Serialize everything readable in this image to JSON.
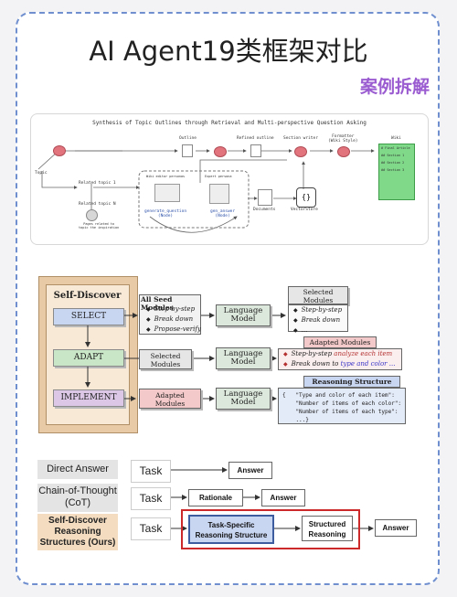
{
  "page": {
    "title": "AI Agent19类框架对比",
    "subtitle": "案例拆解"
  },
  "storm": {
    "title": "Synthesis of Topic Outlines through Retrieval and Multi-perspective Question Asking",
    "labels": {
      "topic": "Topic",
      "outline": "Outline",
      "refined_outline": "Refined outline",
      "section_writer": "Section writer",
      "formatter": "Formatter\n(Wiki Style)",
      "wiki": "Wiki",
      "related_1": "Related topic 1",
      "related_n": "Related topic N",
      "pages_caption": "Pages related to\ntopic the inspiration",
      "wiki_editor": "Wiki editor personas",
      "expert_persona": "Expert persona",
      "gen_question": "generate_question\n(Node)",
      "gen_answer": "gen_answer\n(Node)",
      "documents": "Documents",
      "vectorstore": "VectorStore",
      "wiki_card": [
        "# Final Article",
        "## Section 1",
        "## Section 2",
        "## Section 3"
      ]
    }
  },
  "self_discover": {
    "title": "Self-Discover",
    "stages": [
      "SELECT",
      "ADAPT",
      "IMPLEMENT"
    ],
    "seed_modules_title": "All Seed Modules",
    "seed_modules": [
      "Step-by-step",
      "Break down",
      "Propose-verify"
    ],
    "language_model": "Language\nModel",
    "selected_modules": "Selected\nModules",
    "selected_list": [
      "Step-by-step",
      "Break down",
      "..."
    ],
    "adapted_modules": "Adapted\nModules",
    "adapted_title": "Adapted Modules",
    "adapted_items": [
      {
        "plain": "Step-by-step ",
        "em": "analyze each item"
      },
      {
        "plain": "Break down to ",
        "em": "type and color ..."
      }
    ],
    "reasoning_structure_title": "Reasoning Structure",
    "reasoning_structure_code": "{   \"Type and color of each item\":\n    \"Number of items of each color\":\n    \"Number of items of each type\":\n    ...}"
  },
  "comparison": {
    "rows": [
      {
        "method": "Direct Answer",
        "task": "Task",
        "answer": "Answer"
      },
      {
        "method": "Chain-of-Thought\n(CoT)",
        "task": "Task",
        "rationale": "Rationale",
        "answer": "Answer"
      },
      {
        "method": "Self-Discover\nReasoning\nStructures (Ours)",
        "task": "Task",
        "structure": "Task-Specific\nReasoning Structure",
        "structured": "Structured\nReasoning",
        "answer": "Answer"
      }
    ],
    "colors": {
      "highlight_border": "#cc2a2a",
      "structure_fill": "#c9d6f2",
      "label_fill": "#e4e4e4",
      "ours_fill": "#f3dcc0"
    }
  }
}
